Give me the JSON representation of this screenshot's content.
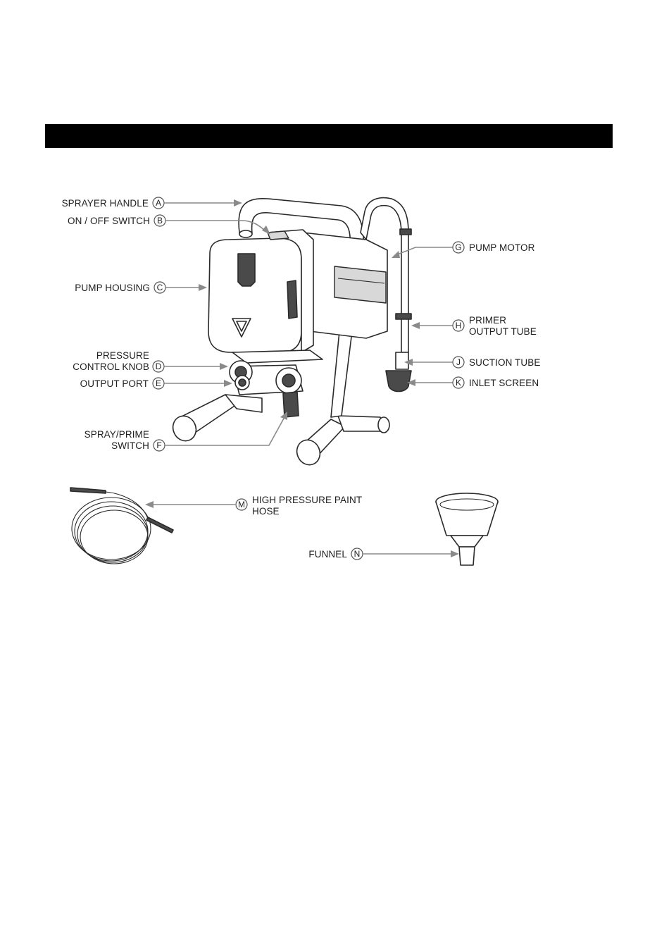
{
  "labels": {
    "A": {
      "letter": "A",
      "text": "SPRAYER HANDLE"
    },
    "B": {
      "letter": "B",
      "text": "ON / OFF SWITCH"
    },
    "C": {
      "letter": "C",
      "text": "PUMP HOUSING"
    },
    "D": {
      "letter": "D",
      "line1": "PRESSURE",
      "line2": "CONTROL KNOB"
    },
    "E": {
      "letter": "E",
      "text": "OUTPUT PORT"
    },
    "F": {
      "letter": "F",
      "line1": "SPRAY/PRIME",
      "line2": "SWITCH"
    },
    "G": {
      "letter": "G",
      "text": "PUMP MOTOR"
    },
    "H": {
      "letter": "H",
      "line1": "PRIMER",
      "line2": "OUTPUT TUBE"
    },
    "J": {
      "letter": "J",
      "text": "SUCTION TUBE"
    },
    "K": {
      "letter": "K",
      "text": "INLET SCREEN"
    },
    "M": {
      "letter": "M",
      "line1": "HIGH PRESSURE PAINT",
      "line2": "HOSE"
    },
    "N": {
      "letter": "N",
      "text": "FUNNEL"
    }
  },
  "colors": {
    "title_bar": "#000000",
    "leader_line": "#8a8a8a",
    "drawing_stroke": "#2a2a2a"
  }
}
